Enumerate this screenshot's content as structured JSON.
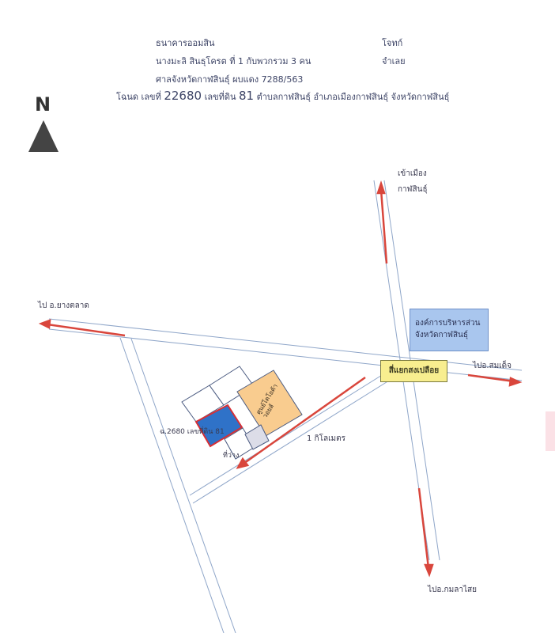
{
  "header": {
    "bank": "ธนาคารออมสิน",
    "plaintiff_label": "โจทก์",
    "defendant": "นางมะลิ สินธุโครต ที่ 1 กับพวกรวม 3 คน",
    "defendant_label": "จำเลย",
    "court": "ศาลจังหวัดกาฬสินธุ์ ผบแดง 7288/563",
    "deed_prefix": "โฉนด เลขที่",
    "deed_no": "22680",
    "land_prefix": "เลขที่ดิน",
    "land_no": "81",
    "location": "ตำบลกาฬสินธุ์ อำเภอเมืองกาฬสินธุ์ จังหวัดกาฬสินธุ์"
  },
  "north": {
    "letter": "N"
  },
  "roads": {
    "to_city_top": "เข้าเมือง",
    "to_city_bottom": "กาฬสินธุ์",
    "to_yang_talat": "ไป อ.ยางตลาด",
    "to_somdet": "ไปอ.สมเด็จ",
    "to_kamalasai": "ไปอ.กมลาไสย",
    "distance": "1 กิโลเมตร"
  },
  "places": {
    "org_line1": "องค์การบริหารส่วน",
    "org_line2": "จังหวัดกาฬสินธุ์",
    "junction": "สี่แยกสงเปลือย",
    "center_line1": "ศูนย์โตโยต้า",
    "center_line2": "วอยส์",
    "parcel_label": "ฉ.2680 เลขที่ดิน 81",
    "vacant_label": "ที่ว่าง"
  },
  "colors": {
    "road_line": "#8fa6c9",
    "arrow": "#d9463c",
    "org_box": "#a9c6ee",
    "junction_box": "#f8ee8f",
    "center_box": "#f9cc8f",
    "parcel": "#2f72c8",
    "parcel_border": "#d72f35"
  }
}
